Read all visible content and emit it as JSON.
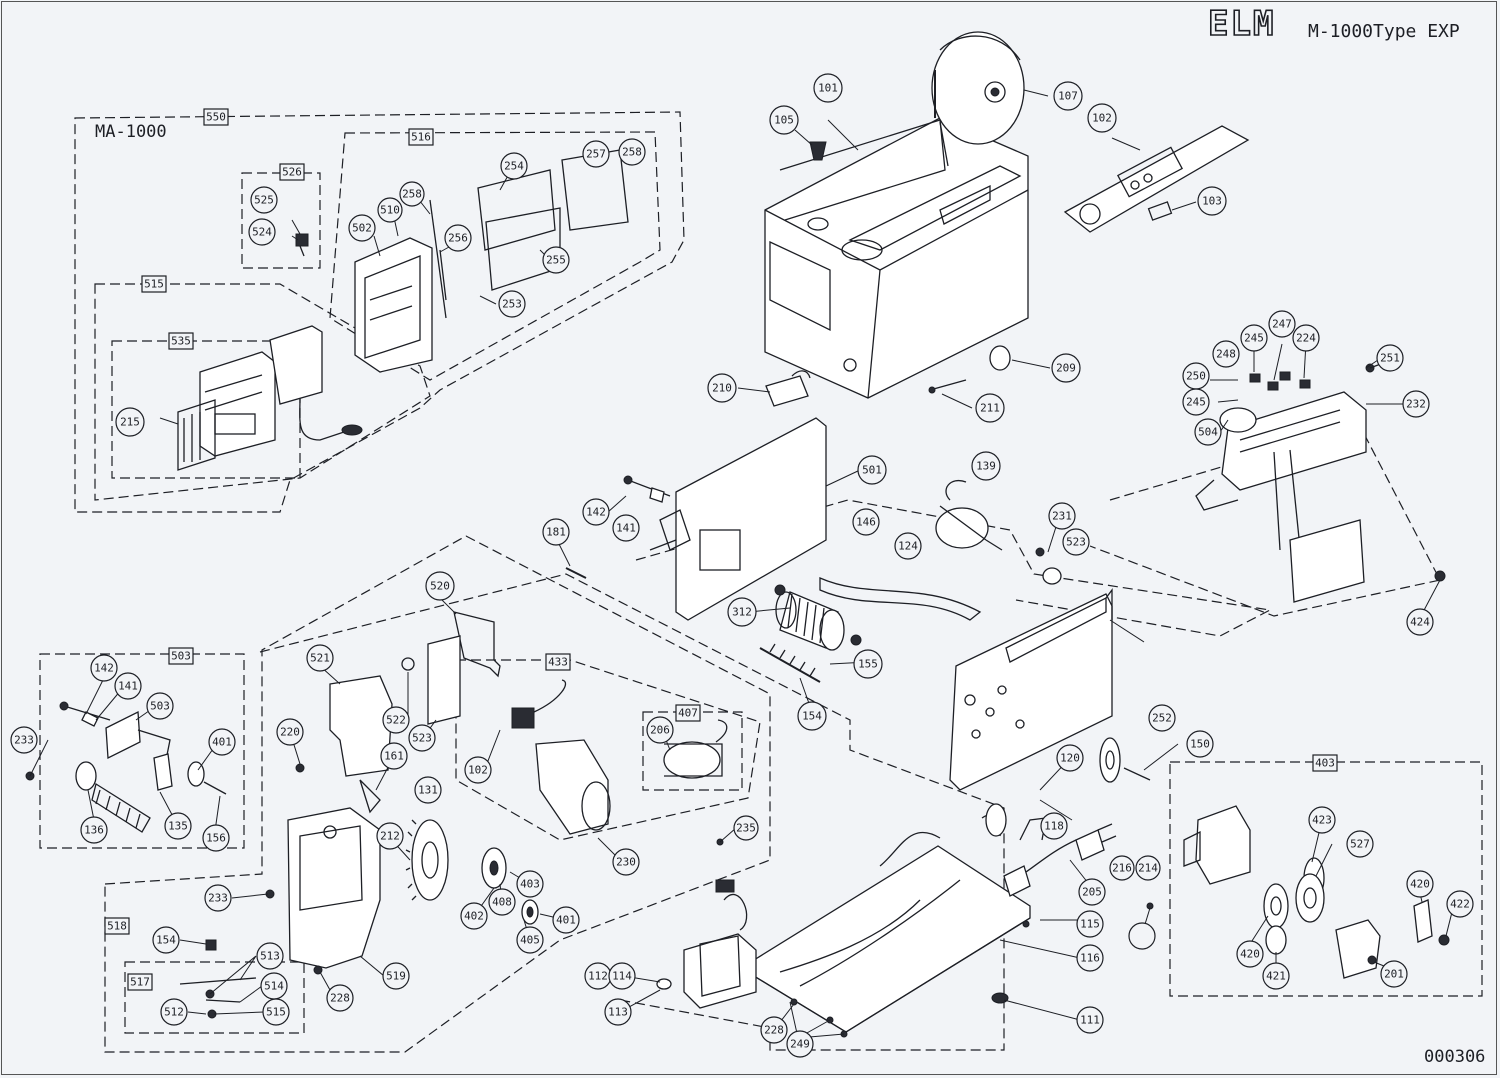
{
  "header": {
    "brand": "ELM",
    "model": "M-1000Type EXP"
  },
  "section_label": "MA-1000",
  "sheet_number": "000306",
  "group_tags": [
    "550",
    "516",
    "526",
    "515",
    "535",
    "503",
    "518",
    "517",
    "407",
    "403",
    "433"
  ],
  "callouts": [
    "101",
    "102",
    "103",
    "105",
    "107",
    "525",
    "524",
    "502",
    "510",
    "258",
    "254",
    "257",
    "258",
    "256",
    "255",
    "253",
    "215",
    "209",
    "211",
    "210",
    "142",
    "141",
    "501",
    "181",
    "146",
    "124",
    "139",
    "231",
    "523",
    "312",
    "155",
    "154",
    "520",
    "521",
    "522",
    "523",
    "433",
    "102",
    "206",
    "161",
    "220",
    "131",
    "212",
    "233",
    "154",
    "513",
    "514",
    "515",
    "512",
    "228",
    "519",
    "401",
    "408",
    "403",
    "402",
    "405",
    "235",
    "230",
    "142",
    "141",
    "503",
    "233",
    "401",
    "136",
    "135",
    "156",
    "252",
    "421",
    "150",
    "120",
    "118",
    "205",
    "216",
    "214",
    "115",
    "116",
    "111",
    "112",
    "114",
    "113",
    "228",
    "249",
    "250",
    "245",
    "247",
    "224",
    "251",
    "248",
    "245",
    "504",
    "232",
    "424",
    "423",
    "527",
    "420",
    "422",
    "421",
    "420",
    "201"
  ],
  "colors": {
    "ink": "#1d1f25",
    "paper": "#f2f4f7"
  }
}
